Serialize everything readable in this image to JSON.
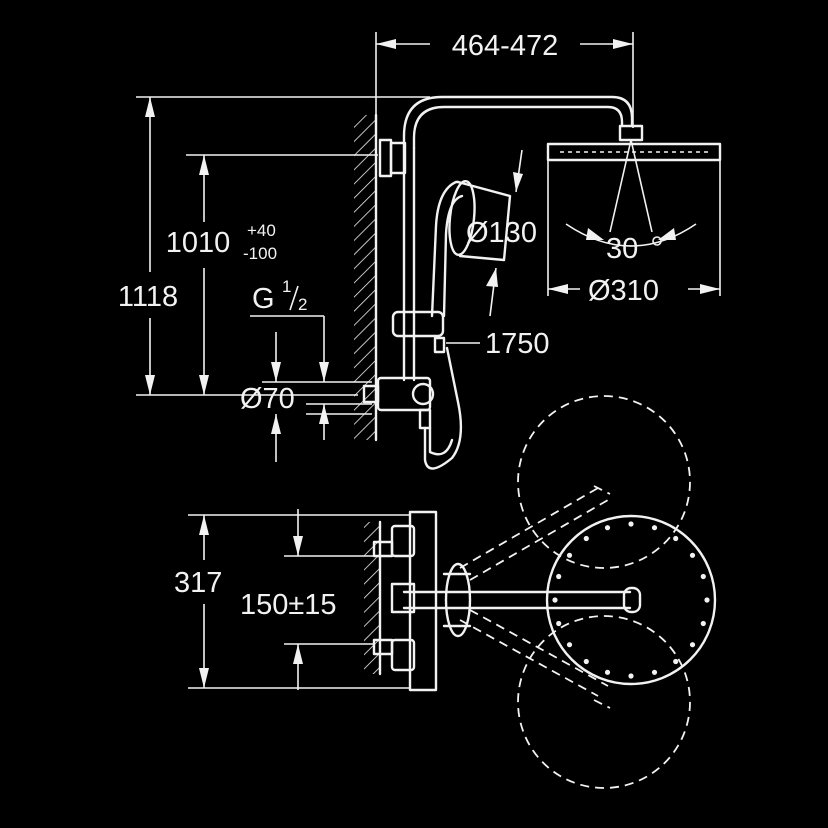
{
  "dimensions": {
    "width_range": "464-472",
    "total_height": "1118",
    "wall_outlet_height": "1010",
    "height_tolerance_plus": "+40",
    "height_tolerance_minus": "-100",
    "thread_prefix": "G",
    "thread_numerator": "1",
    "thread_denominator": "2",
    "inlet_diameter": "Ø70",
    "hand_shower_diameter": "Ø130",
    "hose_length": "1750",
    "spray_angle": "30",
    "head_shower_diameter": "Ø310",
    "plan_depth": "317",
    "inlet_spacing": "150±15"
  },
  "colors": {
    "background": "#000000",
    "line": "#f2f2f2"
  }
}
